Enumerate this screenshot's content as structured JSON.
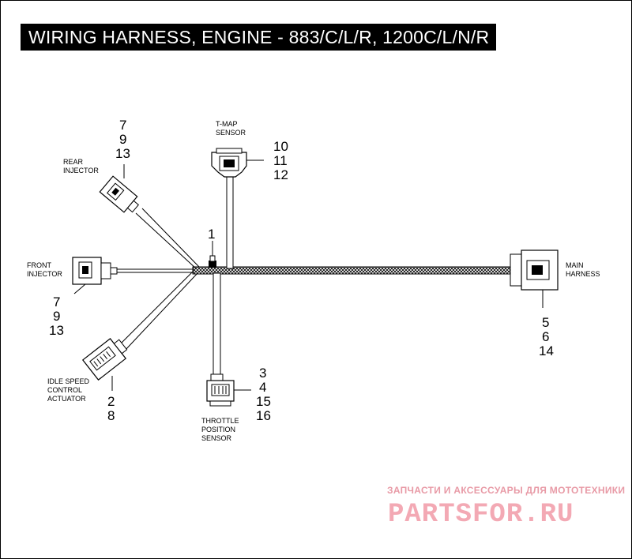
{
  "title": "WIRING HARNESS, ENGINE - 883/C/L/R, 1200C/L/N/R",
  "components": {
    "tmap": {
      "label": [
        "T-MAP",
        "SENSOR"
      ],
      "refs": [
        "10",
        "11",
        "12"
      ]
    },
    "rear_injector": {
      "label": [
        "REAR",
        "INJECTOR"
      ],
      "refs": [
        "7",
        "9",
        "13"
      ]
    },
    "front_injector": {
      "label": [
        "FRONT",
        "INJECTOR"
      ],
      "refs": [
        "7",
        "9",
        "13"
      ]
    },
    "idle_speed": {
      "label": [
        "IDLE SPEED",
        "CONTROL",
        "ACTUATOR"
      ],
      "refs": [
        "2",
        "8"
      ]
    },
    "throttle": {
      "label": [
        "THROTTLE",
        "POSITION",
        "SENSOR"
      ],
      "refs": [
        "3",
        "4",
        "15",
        "16"
      ]
    },
    "main_harness": {
      "label": [
        "MAIN",
        "HARNESS"
      ],
      "refs": [
        "5",
        "6",
        "14"
      ]
    },
    "harness_clip": {
      "refs": [
        "1"
      ]
    }
  },
  "watermark": {
    "top": "ЗАПЧАСТИ И АКСЕССУАРЫ ДЛЯ МОТОТЕХНИКИ",
    "main": "PARTSFOR.RU"
  },
  "colors": {
    "title_bg": "#000000",
    "title_fg": "#ffffff",
    "watermark": "#f3a9b4"
  }
}
